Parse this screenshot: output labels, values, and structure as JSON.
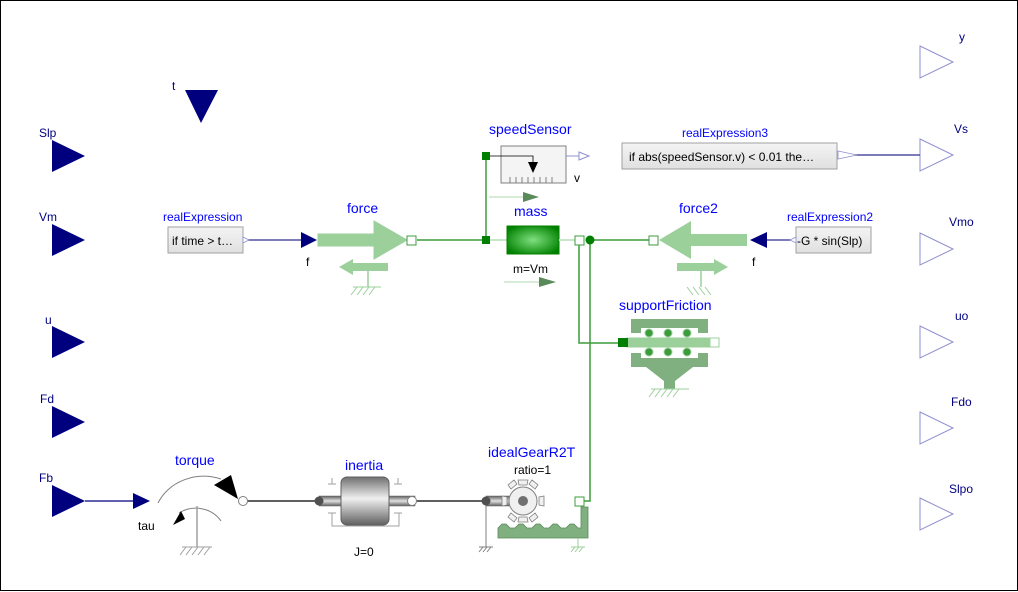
{
  "diagram": {
    "inputs": [
      {
        "name": "t"
      },
      {
        "name": "Slp"
      },
      {
        "name": "Vm"
      },
      {
        "name": "u"
      },
      {
        "name": "Fd"
      },
      {
        "name": "Fb"
      }
    ],
    "outputs": [
      {
        "name": "y"
      },
      {
        "name": "Vs"
      },
      {
        "name": "Vmo"
      },
      {
        "name": "uo"
      },
      {
        "name": "Fdo"
      },
      {
        "name": "Slpo"
      }
    ],
    "components": {
      "realExpression": {
        "label": "realExpression",
        "expr": "if time > t…"
      },
      "realExpression2": {
        "label": "realExpression2",
        "expr": "-G * sin(Slp)"
      },
      "realExpression3": {
        "label": "realExpression3",
        "expr": "if abs(speedSensor.v) < 0.01 the…"
      },
      "force": {
        "label": "force",
        "port": "f"
      },
      "force2": {
        "label": "force2",
        "port": "f"
      },
      "speedSensor": {
        "label": "speedSensor",
        "port": "v"
      },
      "mass": {
        "label": "mass",
        "param": "m=Vm"
      },
      "supportFriction": {
        "label": "supportFriction"
      },
      "torque": {
        "label": "torque",
        "port": "tau"
      },
      "inertia": {
        "label": "inertia",
        "param": "J=0"
      },
      "idealGearR2T": {
        "label": "idealGearR2T",
        "param": "ratio=1"
      }
    },
    "colors": {
      "signal": "#00007f",
      "signal_line": "#5050a0",
      "translational": "#007f00",
      "translational_light": "#9bd09b",
      "label_blue": "#0000ff",
      "output_outline": "#8f8fd0"
    }
  }
}
